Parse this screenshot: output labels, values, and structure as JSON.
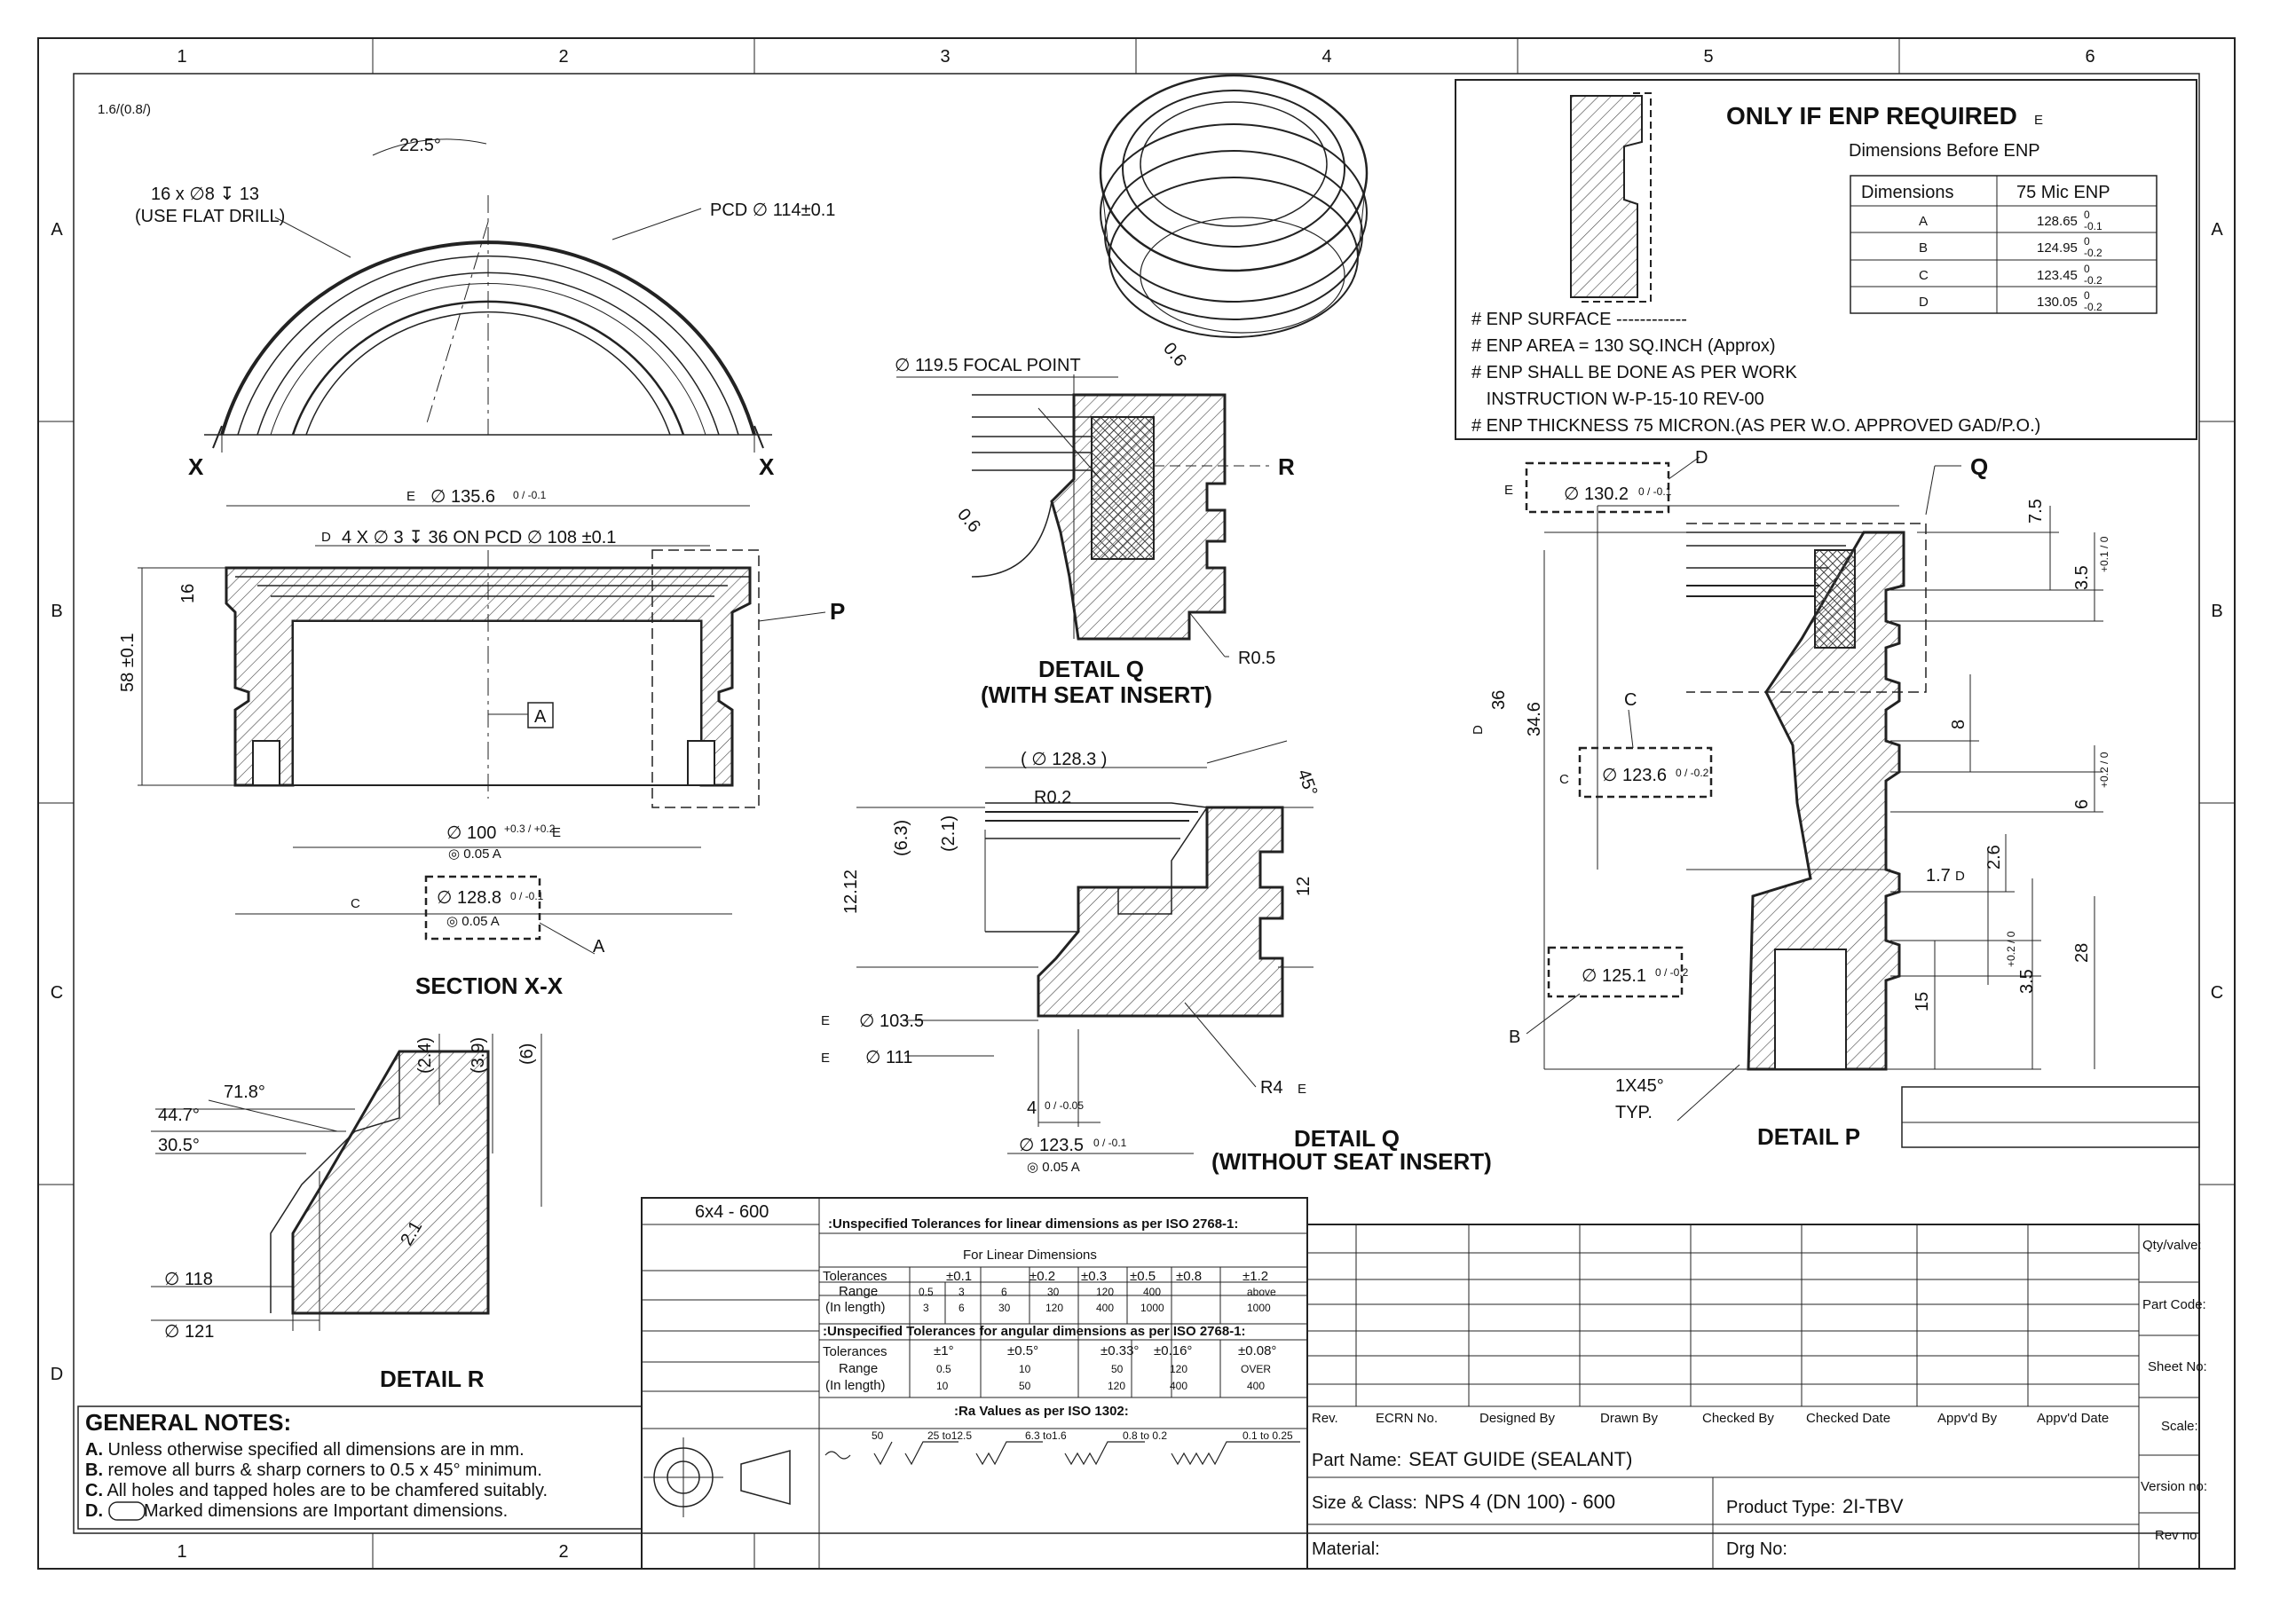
{
  "zones": {
    "cols": [
      "1",
      "2",
      "3",
      "4",
      "5",
      "6"
    ],
    "rows": [
      "A",
      "B",
      "C",
      "D"
    ]
  },
  "roughness_symbol": "1.6/(0.8/)",
  "top_view": {
    "holes_note_1": "16 x ∅8 ↧ 13",
    "holes_note_2": "(USE FLAT DRILL)",
    "angle": "22.5°",
    "pcd": "PCD ∅ 114±0.1",
    "x_left": "X",
    "x_right": "X"
  },
  "section_xx": {
    "title": "SECTION X-X",
    "dia_135": "∅ 135.6",
    "dia_135_tol": "0 / -0.1",
    "holes": "4 X ∅ 3 ↧ 36 ON PCD ∅ 108 ±0.1",
    "dim_16": "16",
    "dim_58": "58 ±0.1",
    "datum_a": "A",
    "detail_p_ref": "P",
    "dia_100": "∅ 100",
    "dia_100_tol": "+0.3 / +0.2",
    "runout_1": "◎ 0.05 A",
    "dia_128_8": "∅ 128.8",
    "dia_128_8_tol": "0 / -0.1",
    "runout_2": "◎ 0.05 A",
    "callout_a": "A",
    "flag_e": "E",
    "flag_d": "D",
    "flag_c": "C"
  },
  "detail_q_insert": {
    "title_1": "DETAIL Q",
    "title_2": "(WITH SEAT INSERT)",
    "focal": "∅ 119.5 FOCAL POINT",
    "dim_06a": "0.6",
    "dim_06b": "0.6",
    "ref_r": "R",
    "r05": "R0.5"
  },
  "detail_q_no_insert": {
    "title_1": "DETAIL Q",
    "title_2": "(WITHOUT  SEAT INSERT)",
    "dia_128_3": "( ∅ 128.3 )",
    "angle_45": "45°",
    "r02": "R0.2",
    "dim_12_12": "12.12",
    "dim_6_3": "(6.3)",
    "dim_2_1": "(2.1)",
    "dim_12": "12",
    "dia_103_5": "∅ 103.5",
    "dia_111": "∅ 111",
    "r4": "R4",
    "dim_4": "4",
    "dim_4_tol": "0 / -0.05",
    "dia_123_5": "∅ 123.5",
    "dia_123_5_tol": "0 / -0.1",
    "runout": "◎ 0.05 A"
  },
  "detail_r": {
    "title": "DETAIL R",
    "ang_71": "71.8°",
    "ang_44": "44.7°",
    "ang_30": "30.5°",
    "dim_2_4": "(2.4)",
    "dim_3_9": "(3.9)",
    "dim_6": "(6)",
    "dim_2_1": "2.1",
    "dia_118": "∅ 118",
    "dia_121": "∅ 121"
  },
  "enp": {
    "title": "ONLY IF ENP REQUIRED",
    "flag": "E",
    "subtitle": "Dimensions Before ENP",
    "table_head": [
      "Dimensions",
      "75 Mic ENP"
    ],
    "table_rows": [
      [
        "A",
        "128.65",
        "0",
        "-0.1"
      ],
      [
        "B",
        "124.95",
        "0",
        "-0.2"
      ],
      [
        "C",
        "123.45",
        "0",
        "-0.2"
      ],
      [
        "D",
        "130.05",
        "0",
        "-0.2"
      ]
    ],
    "notes": [
      "# ENP SURFACE ------------",
      "# ENP AREA = 130 SQ.INCH (Approx)",
      "# ENP SHALL BE DONE AS PER WORK",
      "   INSTRUCTION W-P-15-10 REV-00",
      "# ENP THICKNESS 75 MICRON.(AS PER W.O. APPROVED GAD/P.O.)"
    ]
  },
  "detail_p": {
    "title": "DETAIL P",
    "ref_q": "Q",
    "ref_d": "D",
    "dia_130_2": "∅ 130.2",
    "dia_130_2_tol": "0 / -0.1",
    "dim_7_5": "7.5",
    "dim_3_5a": "3.5",
    "dim_3_5a_tol": "+0.1 / 0",
    "dim_36": "36",
    "dim_34_6": "34.6",
    "ref_c": "C",
    "dia_123_6": "∅ 123.6",
    "dia_123_6_tol": "0 / -0.2",
    "dim_8": "8",
    "dim_6": "6",
    "dim_6_tol": "+0.2 / 0",
    "dim_2_6": "2.6",
    "dim_1_7": "1.7",
    "dim_3_5b": "3.5",
    "dim_3_5b_tol": "+0.2 / 0",
    "dim_15": "15",
    "dim_28": "28",
    "dia_125_1": "∅ 125.1",
    "dia_125_1_tol": "0 / -0.2",
    "ref_b": "B",
    "chamfer_1": "1X45°",
    "chamfer_2": "TYP."
  },
  "general_notes": {
    "title": "GENERAL NOTES:",
    "items": [
      {
        "key": "A.",
        "text": " Unless otherwise specified all dimensions are in mm."
      },
      {
        "key": "B.",
        "text": " remove all burrs & sharp corners to 0.5 x 45° minimum."
      },
      {
        "key": "C.",
        "text": " All holes and tapped holes are to be chamfered suitably."
      },
      {
        "key": "D.",
        "text": "Marked dimensions are Important dimensions."
      }
    ]
  },
  "tolerances": {
    "class_label": "6x4 - 600",
    "linear_title": ":Unspecified Tolerances for linear dimensions as per ISO 2768-1:",
    "linear_sub": "For Linear Dimensions",
    "linear_tol": [
      "±0.1",
      "±0.2",
      "±0.3",
      "±0.5",
      "±0.8",
      "±1.2"
    ],
    "linear_range_a": [
      "0.5",
      "3",
      "6",
      "30",
      "120",
      "400",
      "above"
    ],
    "linear_range_b": [
      "3",
      "6",
      "30",
      "120",
      "400",
      "1000",
      "1000"
    ],
    "angular_title": ":Unspecified Tolerances for angular dimensions as per ISO 2768-1:",
    "angular_tol": [
      "±1°",
      "±0.5°",
      "±0.33°",
      "±0.16°",
      "±0.08°"
    ],
    "angular_range_a": [
      "0.5",
      "10",
      "50",
      "120",
      "OVER"
    ],
    "angular_range_b": [
      "10",
      "50",
      "120",
      "400",
      "400"
    ],
    "row_tol": "Tolerances",
    "row_range": "Range",
    "row_len": "(In length)",
    "ra_title": ":Ra Values as per ISO 1302:",
    "ra_values": [
      "50",
      "25 to12.5",
      "6.3 to1.6",
      "0.8 to 0.2",
      "0.1 to 0.25"
    ]
  },
  "title_block": {
    "rev_headers": [
      "Rev.",
      "ECRN No.",
      "Designed By",
      "Drawn By",
      "Checked By",
      "Checked Date",
      "Appv'd By",
      "Appv'd Date"
    ],
    "part_name_label": "Part Name:",
    "part_name": "SEAT GUIDE (SEALANT)",
    "size_label": "Size & Class:",
    "size": "NPS 4 (DN 100) - 600",
    "product_label": "Product Type:",
    "product": "2I-TBV",
    "material_label": "Material:",
    "drg_label": "Drg No:",
    "right_labels": [
      "Qty/valve:",
      "Part Code:",
      "Sheet No:",
      "Scale:",
      "Version no:",
      "Rev no:"
    ]
  }
}
